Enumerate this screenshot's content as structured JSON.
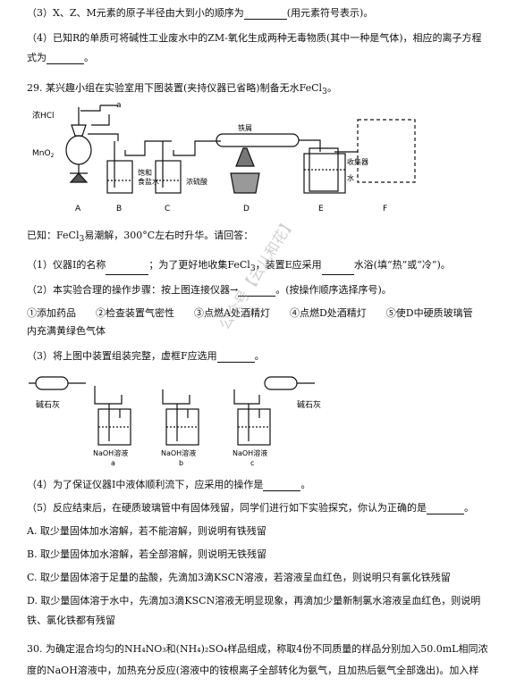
{
  "q28": {
    "p3_a": "（3）X、Z、M元素的原子半径由大到小的顺序为",
    "p3_b": "(用元素符号表示)。",
    "p4_a": "（4）已知R的单质可将碱性工业废水中的ZM-氧化生成两种无毒物质(其中一种是气体)，相应的离子方程",
    "p4_b": "式为",
    "p4_c": "。"
  },
  "q29": {
    "title_a": "29. 某兴趣小组在实验室用下图装置(夹持仪器已省略)制备无水FeCl",
    "title_sub": "3",
    "title_b": "。",
    "apparatus_labels": {
      "conc_hcl": "浓HCl",
      "a": "a",
      "mno2": "MnO",
      "mno2_sub": "2",
      "tiexie": "铁屑",
      "shouji": "收集器",
      "shui": "水",
      "baohe": "饱和",
      "shiyan": "食盐水",
      "nongliusuan": "浓硫酸",
      "A": "A",
      "B": "B",
      "C": "C",
      "D": "D",
      "E": "E",
      "F": "F"
    },
    "known_a": "已知：FeCl",
    "known_sub": "3",
    "known_b": "易潮解，300°C左右时升华。请回答：",
    "p1_a": "（1）仪器I的名称",
    "p1_b": "；为了更好地收集FeCl",
    "p1_sub": "3",
    "p1_c": "，装置E应采用",
    "p1_d": "水浴(填“热”或“冷”)。",
    "p2_a": "（2）本实验合理的操作步骤：按上图连接仪器→",
    "p2_b": "。(按操作顺序选择序号)。",
    "options_line": "①添加药品　　②检查装置气密性　　③点燃A处酒精灯　　④点燃D处酒精灯　　⑤使D中硬质玻璃管",
    "options_line2": "内充满黄绿色气体",
    "p3": "（3）将上图中装置组装完整，虚框F应选用",
    "p3_blank_after": "。",
    "f_labels": {
      "jianshihui_left": "碱石灰",
      "jianshihui_right": "碱石灰",
      "naoh_a": "NaOH溶液",
      "naoh_b": "NaOH溶液",
      "naoh_c": "NaOH溶液",
      "a": "a",
      "b": "b",
      "c": "c"
    },
    "p4_a": "（4）为了保证仪器I中液体顺利流下，应采用的操作是",
    "p4_b": "。",
    "p5_a": "（5）反应结束后，在硬质玻璃管中有固体残留，同学们进行如下实验探究，你认为正确的是",
    "p5_b": "。",
    "optA": "A. 取少量固体加水溶解，若不能溶解，则说明有铁残留",
    "optB": "B. 取少量固体加水溶解，若全部溶解，则说明无铁残留",
    "optC": "C. 取少量固体溶于足量的盐酸，先滴加3滴KSCN溶液，若溶液呈血红色，则说明只有氯化铁残留",
    "optD1": "D. 取少量固体溶于水中，先滴加3滴KSCN溶液无明显现象，再滴加少量新制氯水溶液呈血红色，则说明",
    "optD2": "铁、氯化铁都有残留"
  },
  "q30": {
    "line1": "30. 为确定混合均匀的NH₄NO₃和(NH₄)₂SO₄样品组成，称取4份不同质量的样品分别加入50.0mL相同浓",
    "line2": "度的NaOH溶液中，加热充分反应(溶液中的铵根离子全部转化为氨气，且加热后氨气全部逸出)。加入样"
  },
  "watermark": "公众号【云儿和花】"
}
